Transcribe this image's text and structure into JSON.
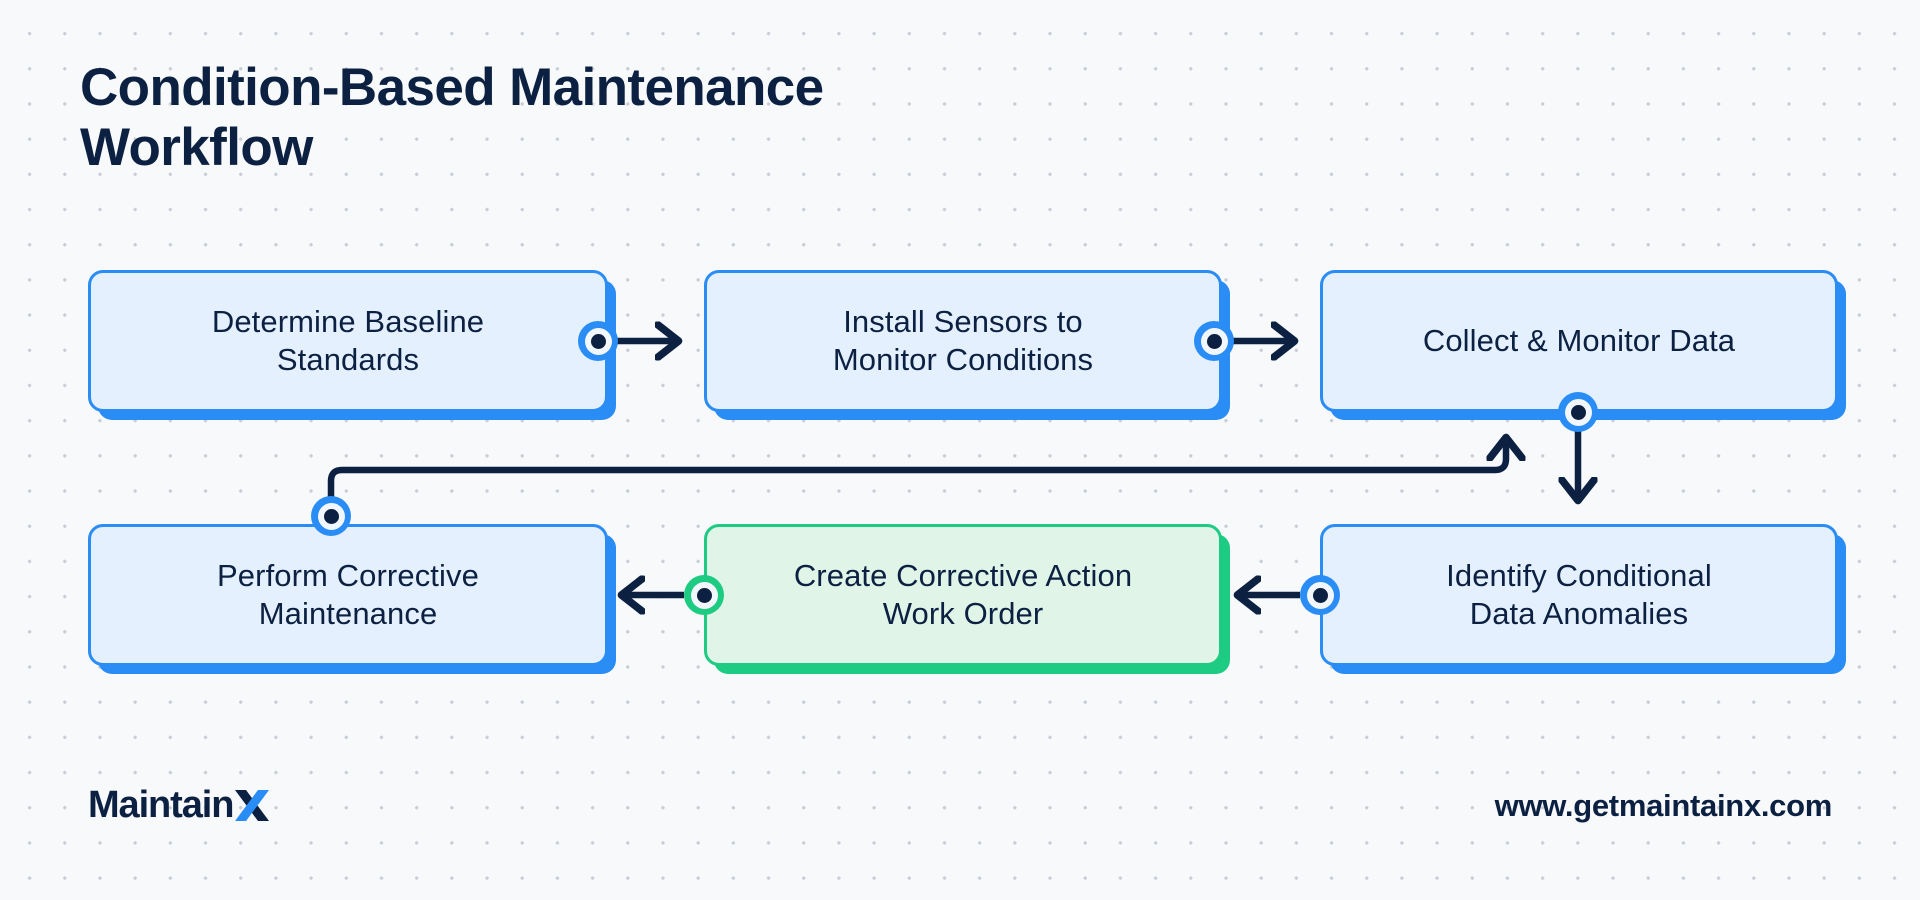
{
  "page": {
    "title": "Condition-Based Maintenance\nWorkflow",
    "background_color": "#f7f9fb",
    "text_color": "#0c2142"
  },
  "theme": {
    "blue_accent": "#2a8cf5",
    "blue_fill": "#e4f0fd",
    "green_accent": "#1ecb83",
    "green_fill": "#e0f5e8",
    "navy": "#0c2142",
    "dot_grid": "#c9ced6"
  },
  "flow": {
    "nodes": [
      {
        "id": "baseline",
        "label": "Determine Baseline\nStandards",
        "variant": "blue",
        "row": 1,
        "col": 1
      },
      {
        "id": "sensors",
        "label": "Install Sensors to\nMonitor Conditions",
        "variant": "blue",
        "row": 1,
        "col": 2
      },
      {
        "id": "collect",
        "label": "Collect & Monitor Data",
        "variant": "blue",
        "row": 1,
        "col": 3
      },
      {
        "id": "perform",
        "label": "Perform Corrective\nMaintenance",
        "variant": "blue",
        "row": 2,
        "col": 1
      },
      {
        "id": "workorder",
        "label": "Create Corrective Action\nWork Order",
        "variant": "green",
        "row": 2,
        "col": 2
      },
      {
        "id": "identify",
        "label": "Identify Conditional\nData Anomalies",
        "variant": "blue",
        "row": 2,
        "col": 3
      }
    ],
    "connectors": [
      {
        "id": "baseline-to-sensors",
        "from": "baseline",
        "to": "sensors",
        "direction": "right",
        "marker": "blue"
      },
      {
        "id": "sensors-to-collect",
        "from": "sensors",
        "to": "collect",
        "direction": "right",
        "marker": "blue"
      },
      {
        "id": "collect-to-identify",
        "from": "collect",
        "to": "identify",
        "direction": "down",
        "marker": "blue"
      },
      {
        "id": "identify-to-workorder",
        "from": "identify",
        "to": "workorder",
        "direction": "left",
        "marker": "blue"
      },
      {
        "id": "workorder-to-perform",
        "from": "workorder",
        "to": "perform",
        "direction": "left",
        "marker": "green"
      },
      {
        "id": "perform-to-collect",
        "from": "perform",
        "to": "collect",
        "direction": "loop-up",
        "marker": "blue"
      }
    ]
  },
  "footer": {
    "brand_wordmark": "Maintain",
    "brand_x": "X",
    "url": "www.getmaintainx.com"
  }
}
